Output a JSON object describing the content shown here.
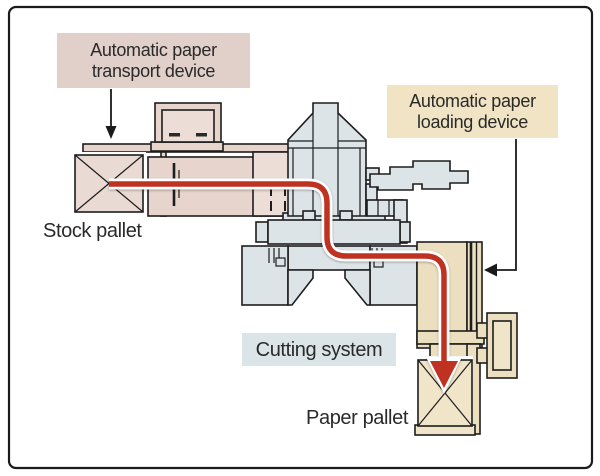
{
  "frame": {
    "background": "#ffffff",
    "border_color": "#1a1a1a"
  },
  "labels": {
    "transport_device": {
      "line1": "Automatic paper",
      "line2": "transport device",
      "box_color": "#e1d0c9"
    },
    "loading_device": {
      "line1": "Automatic paper",
      "line2": "loading device",
      "box_color": "#f0e4c4"
    },
    "cutting_system": {
      "text": "Cutting system",
      "box_color": "#dbe5e7"
    },
    "stock_pallet": {
      "text": "Stock pallet"
    },
    "paper_pallet": {
      "text": "Paper pallet"
    }
  },
  "machine": {
    "transport_color": "#e6d4cd",
    "transport_color_light": "#edddd7",
    "cutting_color": "#dde4e7",
    "loading_color": "#ecdfbf",
    "pallet_tan": "#f0e5c8",
    "pallet_pink": "#e9dad4",
    "outline_color": "#1d1d1d"
  },
  "flow": {
    "color": "#bf3222",
    "halo_color": "#ffffff"
  }
}
